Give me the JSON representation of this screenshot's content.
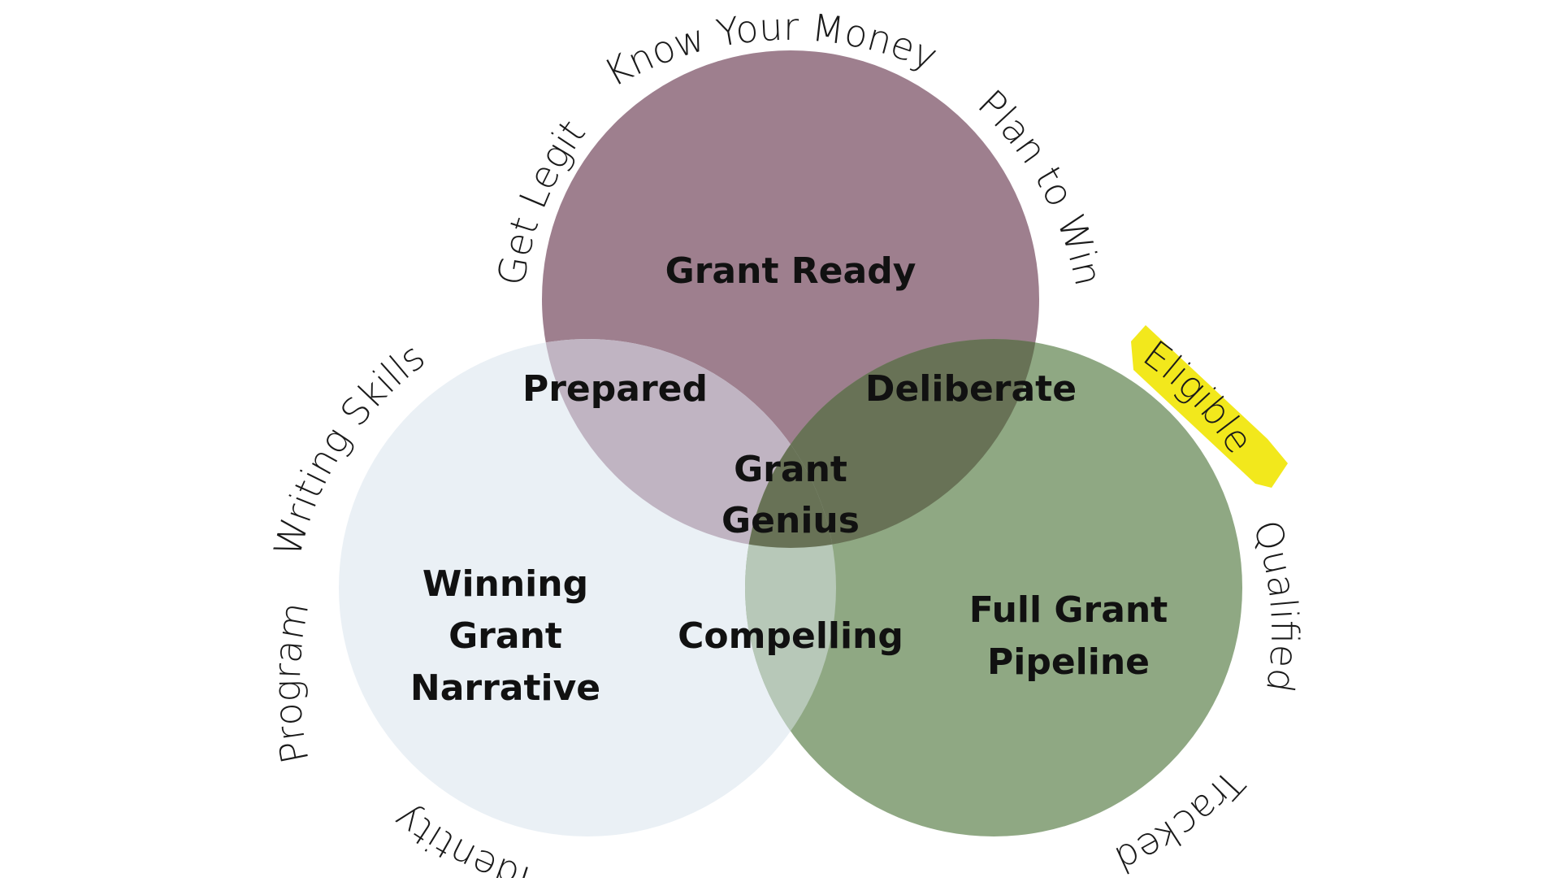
{
  "circles": {
    "top": {
      "color": "#9e7f8e"
    },
    "left": {
      "color": "#eaf0f5"
    },
    "right": {
      "color": "#8fa883"
    },
    "top_left_overlap": {
      "color": "#c0b4c2"
    },
    "top_right_overlap": {
      "color": "#687256"
    },
    "left_right_overlap": {
      "color": "#b7c8b8"
    }
  },
  "regions": {
    "grant_ready": "Grant Ready",
    "prepared": "Prepared",
    "deliberate": "Deliberate",
    "center_line1": "Grant",
    "center_line2": "Genius",
    "narrative_line1": "Winning",
    "narrative_line2": "Grant",
    "narrative_line3": "Narrative",
    "compelling": "Compelling",
    "pipeline_line1": "Full Grant",
    "pipeline_line2": "Pipeline"
  },
  "ring_labels": {
    "know_your_money": "Know Your Money",
    "get_legit": "Get Legit",
    "plan_to_win": "Plan to Win",
    "writing_skills": "Writing Skills",
    "program": "Program",
    "identity": "Identity",
    "eligible": "Eligible",
    "qualified": "Qualified",
    "tracked": "Tracked"
  },
  "highlight": {
    "color": "#f2e81c",
    "target": "Eligible"
  }
}
